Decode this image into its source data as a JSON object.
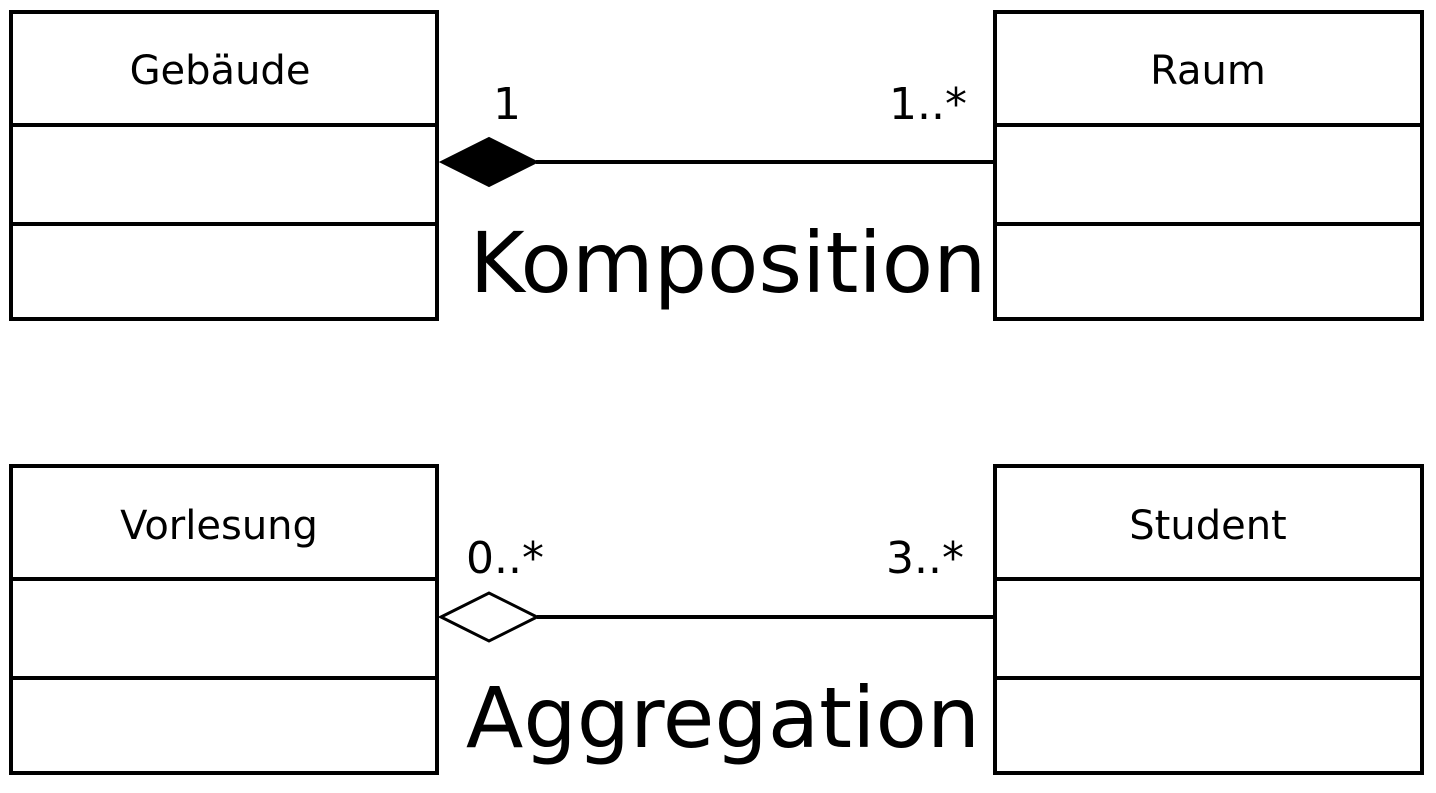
{
  "composition": {
    "whole_class": "Gebäude",
    "part_class": "Raum",
    "whole_multiplicity": "1",
    "part_multiplicity": "1..*",
    "label": "Komposition"
  },
  "aggregation": {
    "whole_class": "Vorlesung",
    "part_class": "Student",
    "whole_multiplicity": "0..*",
    "part_multiplicity": "3..*",
    "label": "Aggregation"
  },
  "icons": {
    "composition_marker": "filled-diamond-icon",
    "aggregation_marker": "hollow-diamond-icon"
  }
}
